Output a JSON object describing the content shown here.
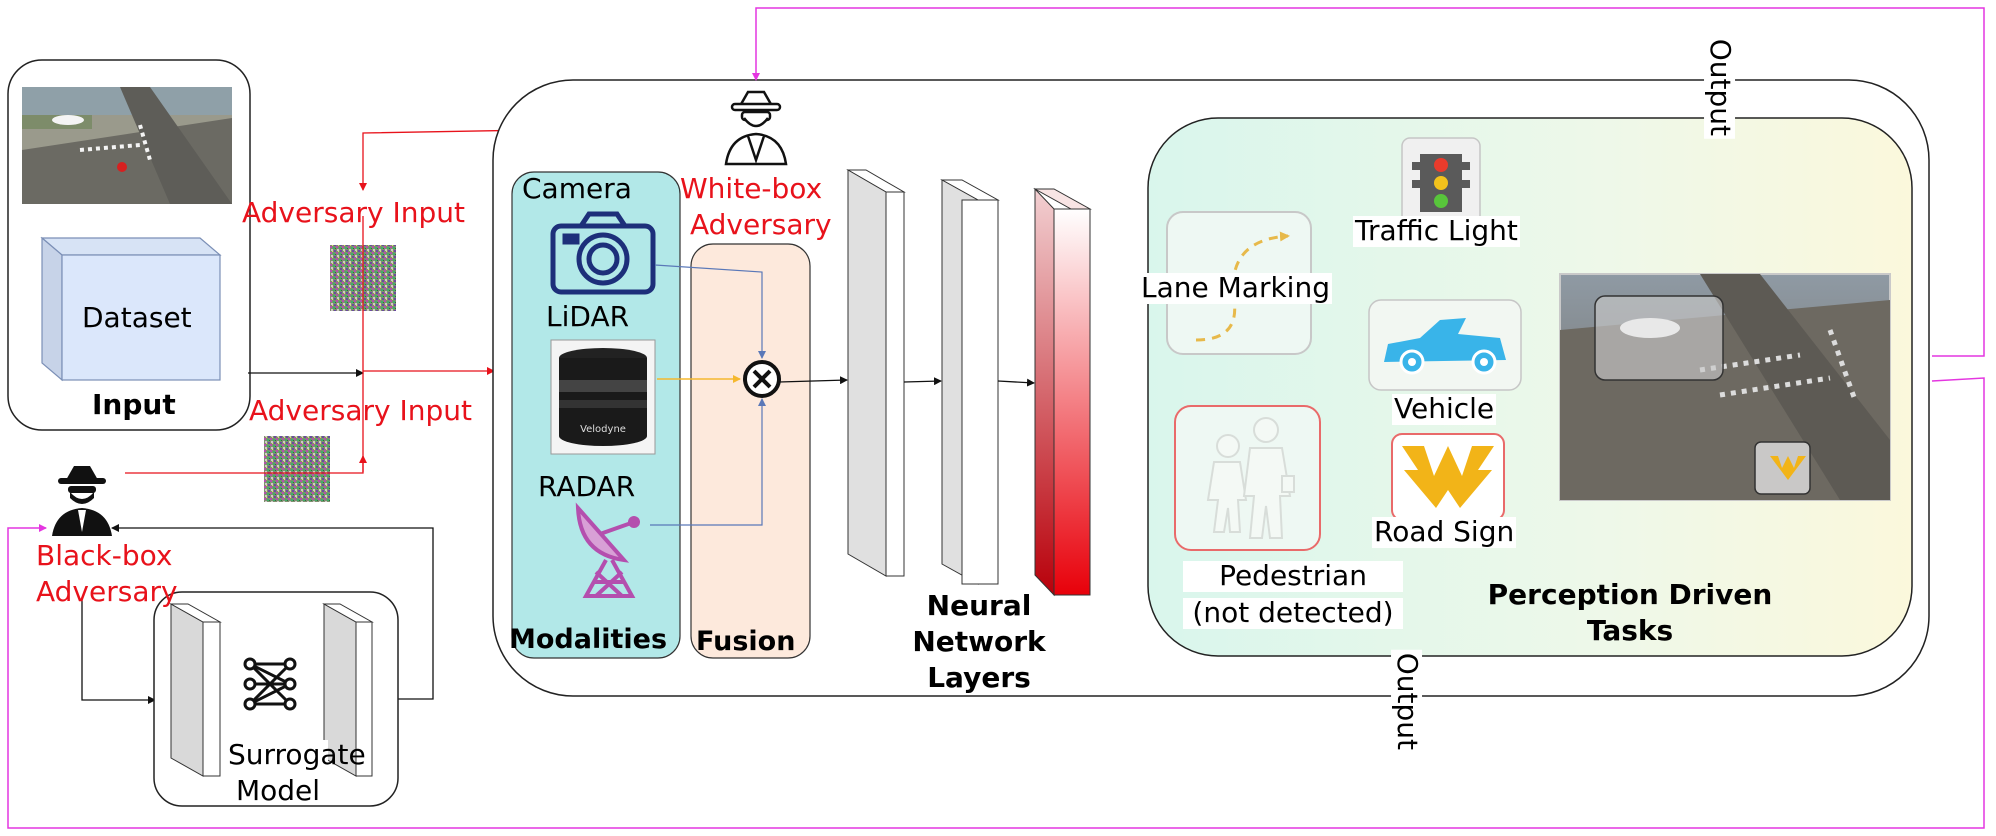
{
  "labels": {
    "input": "Input",
    "dataset": "Dataset",
    "adversary_input_top": "Adversary Input",
    "adversary_input_bottom": "Adversary Input",
    "black_box_line1": "Black-box",
    "black_box_line2": "Adversary",
    "surrogate_line1": "Surrogate",
    "surrogate_line2": "Model",
    "white_box_line1": "White-box",
    "white_box_line2": "Adversary",
    "camera": "Camera",
    "lidar": "LiDAR",
    "radar": "RADAR",
    "lidar_brand": "Velodyne",
    "modalities": "Modalities",
    "fusion": "Fusion",
    "nn_line1": "Neural",
    "nn_line2": "Network",
    "nn_line3": "Layers",
    "lane_marking": "Lane Marking",
    "traffic_light": "Traffic Light",
    "vehicle": "Vehicle",
    "road_sign": "Road Sign",
    "pedestrian_line1": "Pedestrian",
    "pedestrian_line2": "(not detected)",
    "perception_line1": "Perception Driven",
    "perception_line2": "Tasks",
    "output_top": "Output",
    "output_bottom": "Output"
  },
  "colors": {
    "adversary": "#e8121b",
    "feedback_line": "#e436e0",
    "modalities_fill": "#b2e8e8",
    "fusion_fill": "#fde9dc",
    "camera_icon": "#1d2f7a",
    "radar_icon": "#b44fae",
    "lidar_arrow": "#f5b82e",
    "road_sign_gold": "#f2b418"
  },
  "icons": [
    "spy-icon",
    "camera-icon",
    "lidar-icon",
    "radar-icon",
    "network-icon",
    "traffic-light-icon",
    "car-icon",
    "pedestrian-icon",
    "road-sign-icon",
    "multiply-icon"
  ]
}
